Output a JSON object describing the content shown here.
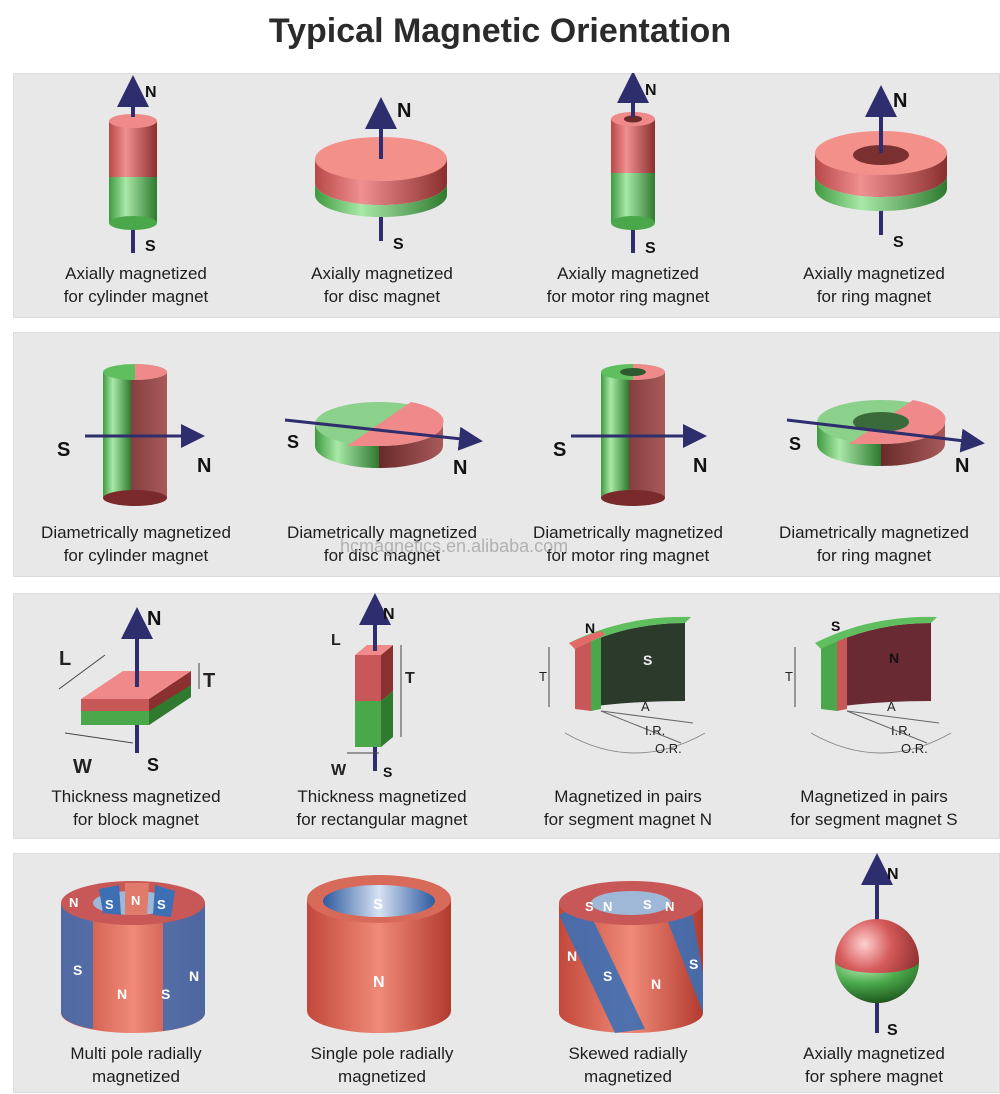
{
  "title": "Typical Magnetic Orientation",
  "watermark": "hcmagnetics.en.alibaba.com",
  "colors": {
    "red": "#e46a6a",
    "green": "#5fbf5f",
    "dark_red": "#7a2a2a",
    "arrow": "#2e2e6e",
    "blue": "#3d6fb4",
    "band": "#e8e8e8"
  },
  "rows": [
    {
      "items": [
        {
          "caption": [
            "Axially magnetized",
            "for cylinder magnet"
          ],
          "labels": {
            "n": "N",
            "s": "S"
          }
        },
        {
          "caption": [
            "Axially magnetized",
            "for disc magnet"
          ],
          "labels": {
            "n": "N",
            "s": "S"
          }
        },
        {
          "caption": [
            "Axially magnetized",
            "for motor ring magnet"
          ],
          "labels": {
            "n": "N",
            "s": "S"
          }
        },
        {
          "caption": [
            "Axially magnetized",
            "for ring magnet"
          ],
          "labels": {
            "n": "N",
            "s": "S"
          }
        }
      ]
    },
    {
      "items": [
        {
          "caption": [
            "Diametrically magnetized",
            "for cylinder magnet"
          ],
          "labels": {
            "n": "N",
            "s": "S"
          }
        },
        {
          "caption": [
            "Diametrically magnetized",
            "for disc magnet"
          ],
          "labels": {
            "n": "N",
            "s": "S"
          }
        },
        {
          "caption": [
            "Diametrically magnetized",
            "for motor ring magnet"
          ],
          "labels": {
            "n": "N",
            "s": "S"
          }
        },
        {
          "caption": [
            "Diametrically magnetized",
            "for ring magnet"
          ],
          "labels": {
            "n": "N",
            "s": "S"
          }
        }
      ]
    },
    {
      "items": [
        {
          "caption": [
            "Thickness magnetized",
            "for block magnet"
          ],
          "labels": {
            "n": "N",
            "s": "S",
            "l": "L",
            "t": "T",
            "w": "W"
          }
        },
        {
          "caption": [
            "Thickness magnetized",
            "for rectangular magnet"
          ],
          "labels": {
            "n": "N",
            "s": "S",
            "l": "L",
            "t": "T",
            "w": "W"
          }
        },
        {
          "caption": [
            "Magnetized in pairs",
            "for segment magnet N"
          ],
          "labels": {
            "n": "N",
            "s": "S",
            "t": "T",
            "a": "A",
            "ir": "I.R.",
            "or": "O.R."
          }
        },
        {
          "caption": [
            "Magnetized in pairs",
            "for segment magnet S"
          ],
          "labels": {
            "n": "N",
            "s": "S",
            "t": "T",
            "a": "A",
            "ir": "I.R.",
            "or": "O.R."
          }
        }
      ]
    },
    {
      "items": [
        {
          "caption": [
            "Multi pole radially",
            "magnetized"
          ],
          "labels": {
            "n": "N",
            "s": "S"
          }
        },
        {
          "caption": [
            "Single pole radially",
            "magnetized"
          ],
          "labels": {
            "n": "N",
            "s": "S"
          }
        },
        {
          "caption": [
            "Skewed radially",
            "magnetized"
          ],
          "labels": {
            "n": "N",
            "s": "S"
          }
        },
        {
          "caption": [
            "Axially magnetized",
            "for sphere magnet"
          ],
          "labels": {
            "n": "N",
            "s": "S"
          }
        }
      ]
    }
  ]
}
